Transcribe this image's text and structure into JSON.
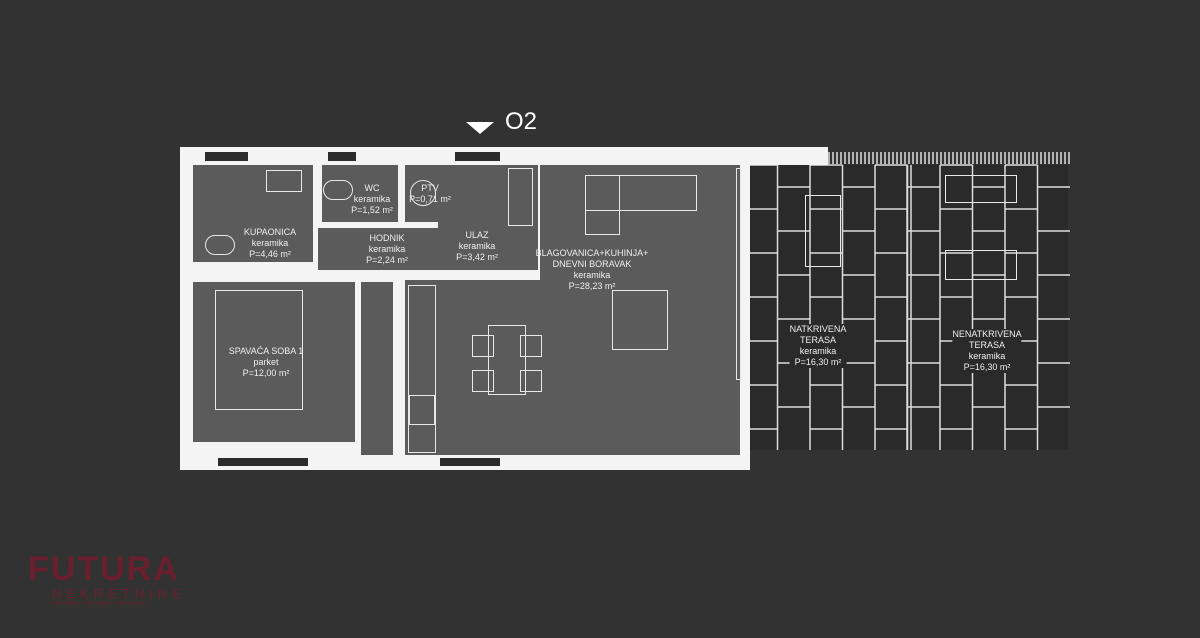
{
  "plan": {
    "title": "O2",
    "rooms": [
      {
        "name": "KUPAONICA",
        "floor": "keramika",
        "area": "P=4,46 m²"
      },
      {
        "name": "WC",
        "floor": "keramika",
        "area": "P=1,52 m²"
      },
      {
        "name": "PTV",
        "floor": "",
        "area": "P=0,71 m²"
      },
      {
        "name": "HODNIK",
        "floor": "keramika",
        "area": "P=2,24 m²"
      },
      {
        "name": "ULAZ",
        "floor": "keramika",
        "area": "P=3,42 m²"
      },
      {
        "name": "BLAGOVANICA+KUHINJA+",
        "name2": "DNEVNI BORAVAK",
        "floor": "keramika",
        "area": "P=28,23 m²"
      },
      {
        "name": "SPAVAĆA SOBA 1",
        "floor": "parket",
        "area": "P=12,00 m²"
      },
      {
        "name": "NATKRIVENA",
        "name2": "TERASA",
        "floor": "keramika",
        "area": "P=16,30 m²"
      },
      {
        "name": "NENATKRIVENA",
        "name2": "TERASA",
        "floor": "keramika",
        "area": "P=16,30 m²"
      }
    ]
  },
  "logo": {
    "text": "FUTURA",
    "sub": "NEKRETNINE",
    "tagline": "immobilie - real estate - nemovitost",
    "color": "#6a1f2e"
  }
}
